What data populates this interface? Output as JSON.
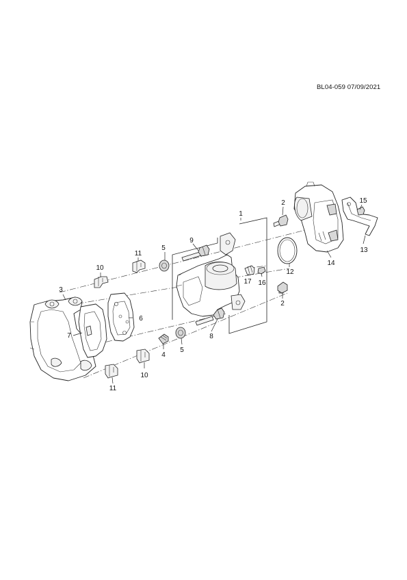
{
  "diagram": {
    "reference": "BL04-059 07/09/2021",
    "callouts": {
      "c1": "1",
      "c2a": "2",
      "c2b": "2",
      "c3": "3",
      "c4": "4",
      "c5a": "5",
      "c5b": "5",
      "c6": "6",
      "c7": "7",
      "c8": "8",
      "c9": "9",
      "c10a": "10",
      "c10b": "10",
      "c11a": "11",
      "c11b": "11",
      "c12": "12",
      "c13": "13",
      "c14": "14",
      "c15": "15",
      "c16": "16",
      "c17": "17"
    }
  }
}
